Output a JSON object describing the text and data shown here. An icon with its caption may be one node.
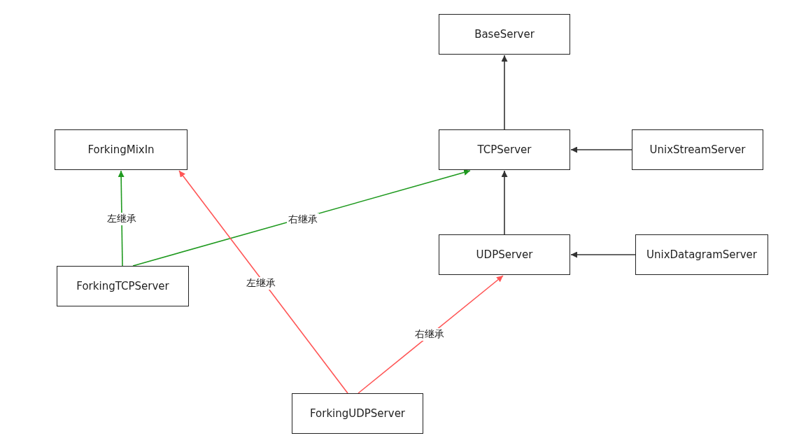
{
  "diagram": {
    "nodes": [
      {
        "text": [
          "BaseServer"
        ]
      },
      {
        "text": [
          "ForkingMixIn"
        ]
      },
      {
        "text": [
          "TCPServer"
        ]
      },
      {
        "text": [
          "UnixStreamServer"
        ]
      },
      {
        "text": [
          "UDPServer"
        ]
      },
      {
        "text": [
          "UnixDatagramServer"
        ]
      },
      {
        "text": [
          "ForkingTCPServer"
        ]
      },
      {
        "text": [
          "ForkingUDPServer"
        ]
      }
    ],
    "edges": [
      {
        "from": 2,
        "to": 0,
        "arrow": "to"
      },
      {
        "from": 3,
        "to": 2,
        "arrow": "to"
      },
      {
        "from": 4,
        "to": 2,
        "arrow": "to"
      },
      {
        "from": 5,
        "to": 4,
        "arrow": "to"
      },
      {
        "from": 6,
        "to": 1,
        "arrow": "to",
        "label": "左继承",
        "color": "#1f9a1f"
      },
      {
        "from": 6,
        "to": 2,
        "arrow": "to",
        "label": "右继承",
        "color": "#1f9a1f"
      },
      {
        "from": 7,
        "to": 1,
        "arrow": "to",
        "label": "左继承",
        "color": "#ff5555"
      },
      {
        "from": 7,
        "to": 4,
        "arrow": "to",
        "label": "右继承",
        "color": "#ff5555"
      }
    ]
  }
}
